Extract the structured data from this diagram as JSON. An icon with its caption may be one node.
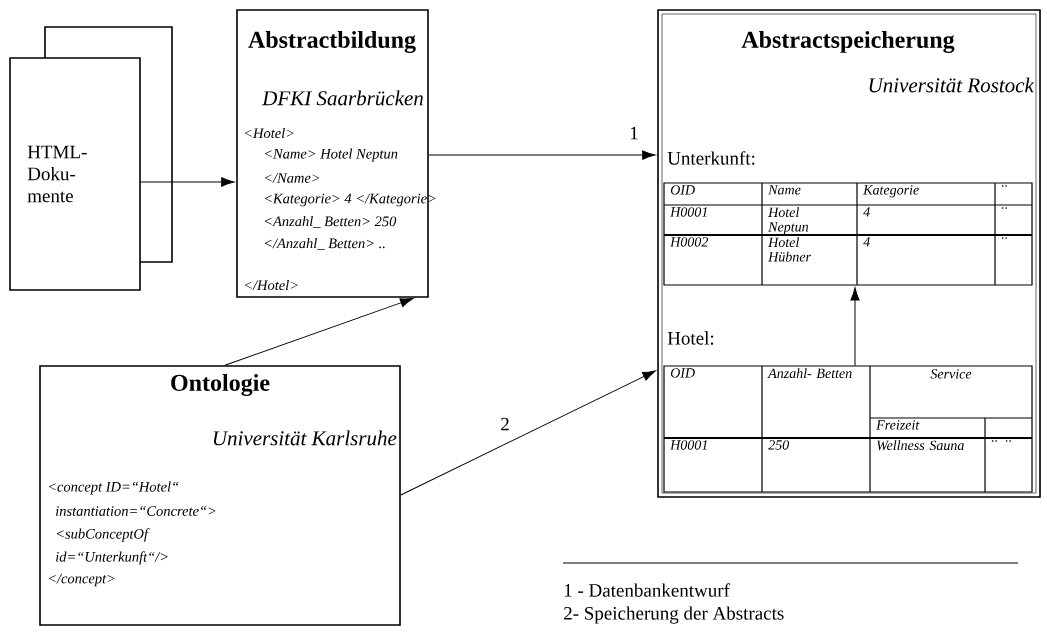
{
  "diagram": {
    "nodes": [
      {
        "text": [
          "HTML- Doku- mente"
        ]
      },
      {
        "text": [
          "Abstractbildung",
          "DFKI Saarbrücken",
          "<Hotel>",
          "<Name> Hotel Neptun",
          "</Name>",
          "<Kategorie> 4 </Kategorie>",
          "<Anzahl_ Betten> 250",
          "</Anzahl_ Betten> ..",
          "</Hotel>"
        ]
      },
      {
        "text": [
          "Abstractspeicherung",
          "Universität Rostock"
        ]
      },
      {
        "text": [
          "Unterkunft:"
        ],
        "in": 2
      },
      {
        "text": [
          "Hotel:"
        ],
        "in": 2
      },
      {
        "text": [
          "Ontologie",
          "Universität Karlsruhe",
          "<concept ID=“Hotel“",
          "instantiation=“Concrete“>",
          "<subConceptOf",
          "id=“Unterkunft“/>",
          "</concept>"
        ]
      }
    ],
    "edges": [
      {
        "from": 0,
        "to": 1,
        "arrow": "to"
      },
      {
        "from": 1,
        "to": 2,
        "arrow": "to",
        "label": "1"
      },
      {
        "from": 4,
        "to": 3,
        "arrow": "to"
      },
      {
        "from": 5,
        "to": 1,
        "arrow": "to"
      },
      {
        "from": 5,
        "to": 2,
        "arrow": "to",
        "label": "2"
      }
    ],
    "labels": [
      "OID",
      "Name",
      "Kategorie",
      "..",
      "H0001",
      "Hotel Neptun",
      "4",
      "..",
      "H0002",
      "Hotel Hübner",
      "4",
      "..",
      "OID",
      "Anzahl- Betten",
      "Service",
      "Freizeit",
      "H0001",
      "250",
      "Wellness Sauna",
      ".. ..",
      "1 - Datenbankentwurf",
      "2- Speicherung der Abstracts"
    ]
  }
}
